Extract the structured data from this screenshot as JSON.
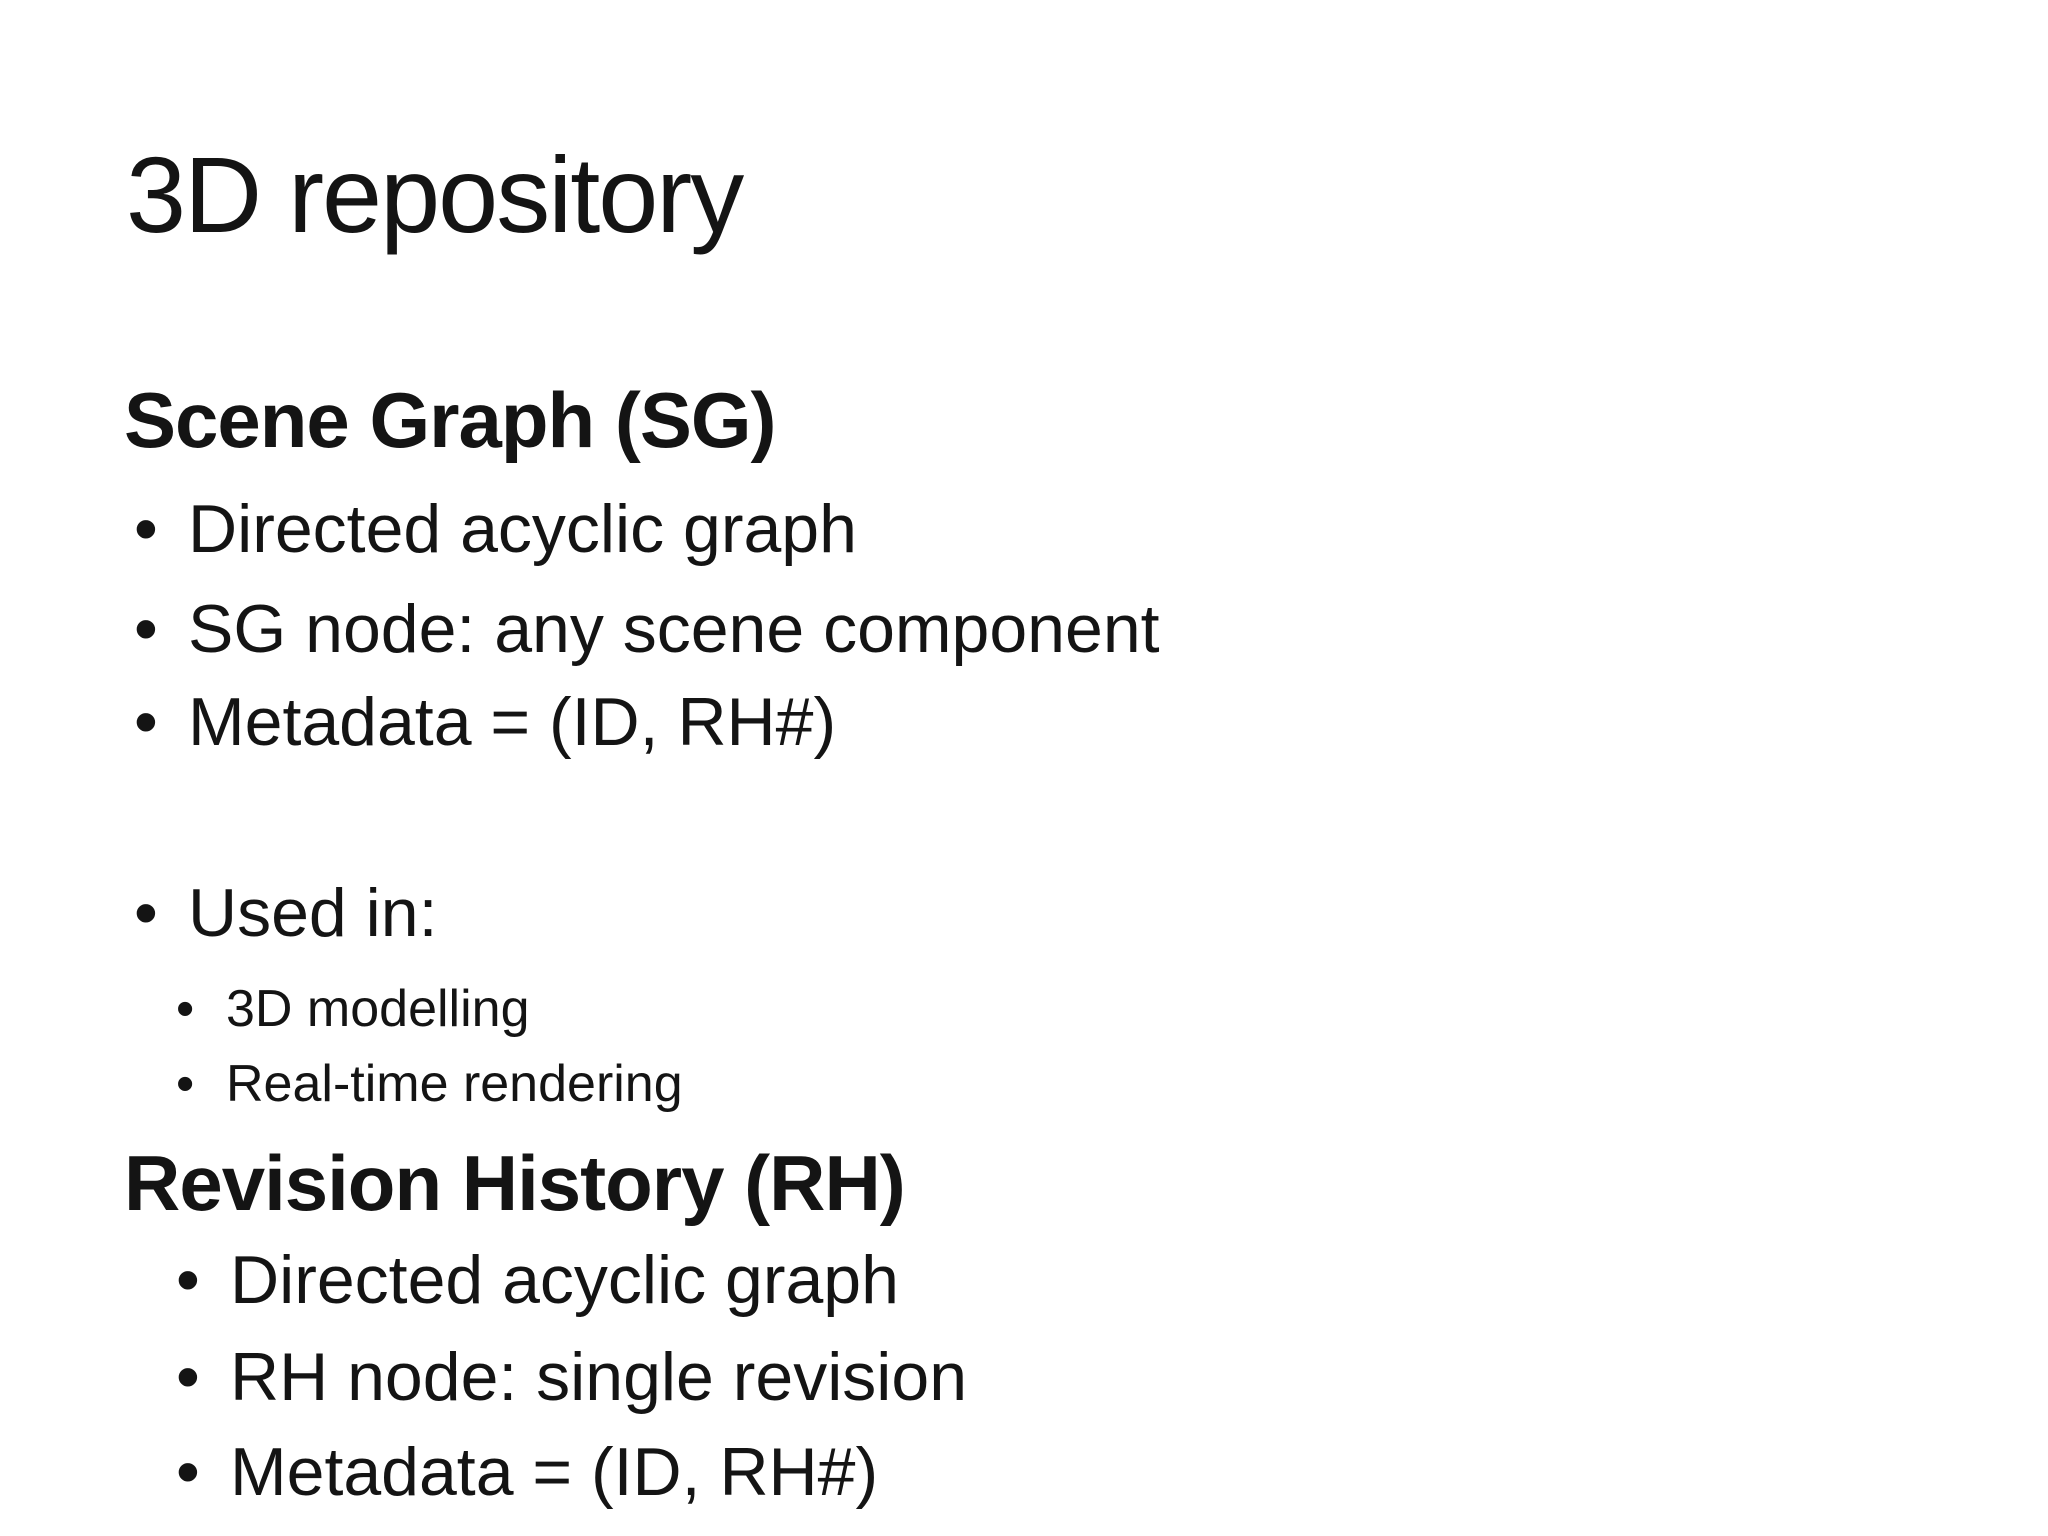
{
  "slide": {
    "title": "3D repository",
    "bullet_glyph": "•",
    "colors": {
      "background": "#ffffff",
      "text": "#141414"
    },
    "sections": [
      {
        "heading": "Scene Graph (SG)",
        "bullets": [
          {
            "level": 1,
            "text": "Directed acyclic graph"
          },
          {
            "level": 1,
            "text": "SG node: any scene component"
          },
          {
            "level": 1,
            "text": "Metadata = (ID, RH#)"
          },
          {
            "level": 1,
            "text": "Used in:"
          },
          {
            "level": 2,
            "text": "3D modelling"
          },
          {
            "level": 2,
            "text": "Real-time rendering"
          }
        ]
      },
      {
        "heading": "Revision History (RH)",
        "bullets": [
          {
            "level": 2,
            "text": "Directed acyclic graph"
          },
          {
            "level": 2,
            "text": "RH node: single revision"
          },
          {
            "level": 2,
            "text": "Metadata = (ID, RH#)"
          }
        ]
      }
    ]
  }
}
